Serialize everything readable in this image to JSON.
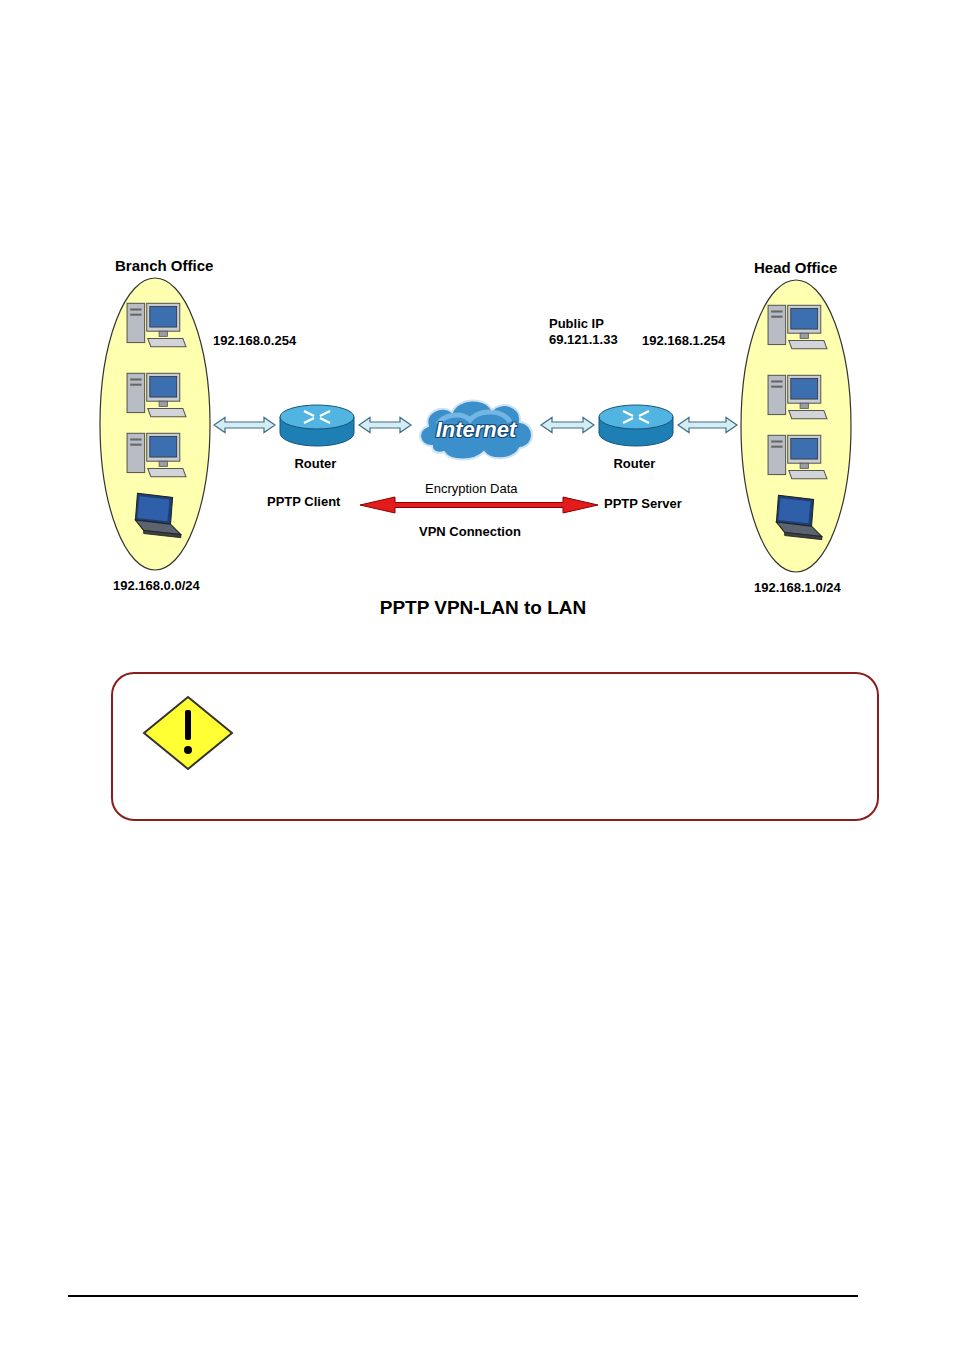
{
  "diagram": {
    "caption": "PPTP VPN-LAN to LAN",
    "nodes": [
      {
        "text": [
          "Branch Office",
          "192.168.0.0/24"
        ]
      },
      {
        "text": [
          "Router"
        ]
      },
      {
        "text": [
          "Internet"
        ]
      },
      {
        "text": [
          "Router"
        ]
      },
      {
        "text": [
          "Head Office",
          "192.168.1.0/24"
        ]
      }
    ],
    "edges": [
      {
        "from": 0,
        "to": 1,
        "arrow": "both"
      },
      {
        "from": 1,
        "to": 2,
        "arrow": "both"
      },
      {
        "from": 2,
        "to": 3,
        "arrow": "both"
      },
      {
        "from": 3,
        "to": 4,
        "arrow": "both"
      }
    ],
    "labels": [
      "192.168.0.254",
      "Public IP 69.121.1.33",
      "192.168.1.254",
      "PPTP Client",
      "Encryption Data",
      "PPTP Server",
      "VPN Connection"
    ]
  }
}
